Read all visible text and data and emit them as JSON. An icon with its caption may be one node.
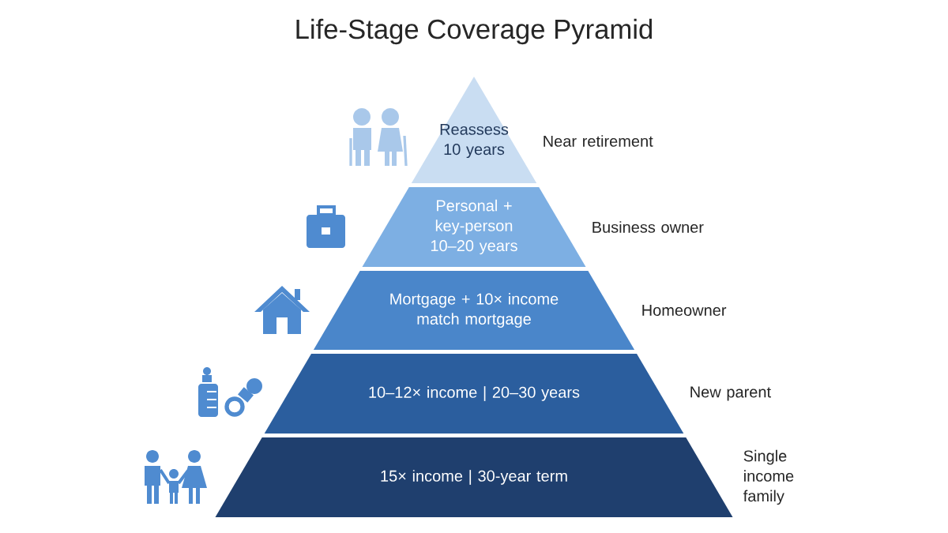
{
  "diagram": {
    "title": "Life-Stage Coverage Pyramid",
    "nodes": [
      {
        "text": [
          "Reassess 10 years"
        ],
        "beside": [
          "Near retirement"
        ]
      },
      {
        "text": [
          "Personal + key-person 10–20 years"
        ],
        "beside": [
          "Business owner"
        ]
      },
      {
        "text": [
          "Mortgage + 10× income match mortgage"
        ],
        "beside": [
          "Homeowner"
        ]
      },
      {
        "text": [
          "10–12× income | 20–30 years"
        ],
        "beside": [
          "New parent"
        ]
      },
      {
        "text": [
          "15× income | 30-year term"
        ],
        "beside": [
          "Single income family"
        ]
      }
    ]
  }
}
